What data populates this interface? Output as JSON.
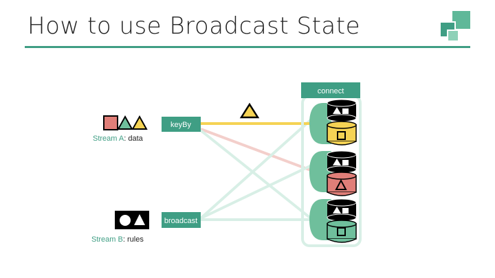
{
  "slide": {
    "title": "How to use Broadcast State"
  },
  "diagram": {
    "connect_label": "connect",
    "keyby_label": "keyBy",
    "broadcast_label": "broadcast",
    "stream_a": {
      "name": "Stream A",
      "suffix": ": data"
    },
    "stream_b": {
      "name": "Stream B",
      "suffix": ": rules"
    }
  },
  "colors": {
    "accent": "#3f9e84",
    "yellow": "#f5d354",
    "red": "#e07e78",
    "green": "#6fbf9c",
    "black": "#000000"
  },
  "icons": {
    "logo": "logo-squares-icon",
    "stream_a_items": [
      "red-square-icon",
      "green-triangle-icon",
      "yellow-triangle-icon"
    ],
    "stream_b_items": [
      "circle-icon",
      "triangle-icon"
    ],
    "in_flight": "yellow-triangle-icon"
  }
}
